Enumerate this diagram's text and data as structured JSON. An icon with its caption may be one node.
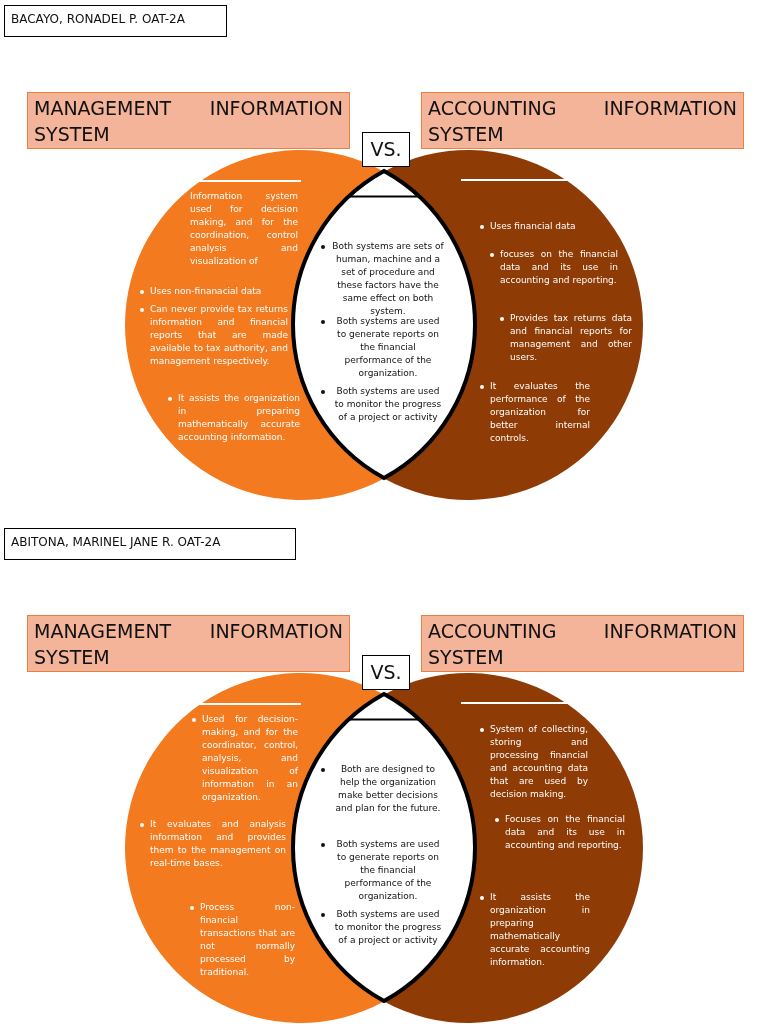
{
  "diagram": {
    "nodes": [
      {
        "text": [
          "BACAYO, RONADEL P. OAT-2A"
        ]
      },
      {
        "text": [
          "Information system used for decision making, and for the coordination, control analysis and visualization of",
          "Uses non-finanacial data",
          "Can never provide tax returns information and financial reports that are made available to tax authority, and management respectively.",
          "It assists the organization in preparing mathematically accurate accounting information."
        ]
      },
      {
        "text": [
          "MANAGEMENT INFORMATION SYSTEM"
        ]
      },
      {
        "text": [
          "ACCOUNTING INFORMATION SYSTEM"
        ]
      },
      {
        "text": [
          "Uses financial data",
          "focuses on the financial data and its use in accounting and reporting.",
          "Provides tax returns data and financial reports for management and other users.",
          "It evaluates the performance of the organization for better internal controls."
        ]
      },
      {
        "text": [
          "VS."
        ]
      },
      {
        "text": [
          "Both systems are sets of human, machine and a set of procedure and these factors have the same effect on both system.",
          "Both systems are used to generate reports on the financial performance of the organization.",
          "Both systems are used to monitor the progress of a project or activity"
        ]
      },
      {
        "text": [
          "ABITONA, MARINEL JANE R. OAT-2A"
        ]
      },
      {
        "text": [
          "Used for decision-making, and for the coordinator, control, analysis, and visualization of information in an organization.",
          "It evaluates and analysis information and provides them to the management on real-time bases.",
          "Process non-financial transactions that are not normally processed by traditional."
        ]
      },
      {
        "text": [
          "MANAGEMENT INFORMATION SYSTEM"
        ]
      },
      {
        "text": [
          "ACCOUNTING INFORMATION SYSTEM"
        ]
      },
      {
        "text": [
          "System of collecting, storing and processing financial and accounting data that are used by decision making.",
          "Focuses on the financial data and its use in accounting and reporting.",
          "It assists the organization in preparing mathematically accurate accounting information."
        ]
      },
      {
        "text": [
          "VS."
        ]
      },
      {
        "text": [
          "Both are designed to help the organization make better decisions and plan for the future.",
          "Both systems are used to generate reports on the financial performance of the organization.",
          "Both systems are used to monitor the progress of a project or activity"
        ]
      }
    ],
    "edges": []
  }
}
